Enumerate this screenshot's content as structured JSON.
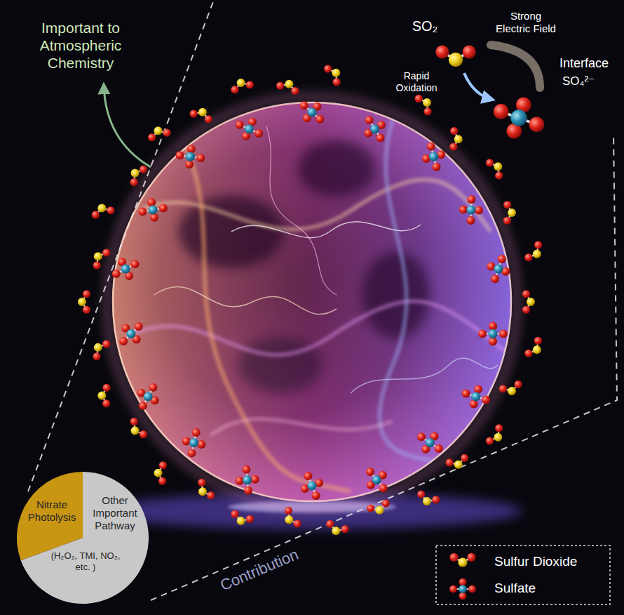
{
  "diagram": {
    "nodes": [
      {
        "text": [
          "Nitrate Photolysis"
        ]
      },
      {
        "text": [
          "Other Important Pathway",
          "(H₂O₂, TMI, NO₂, etc. )"
        ]
      }
    ],
    "labels": [
      "Important to Atmospheric Chemistry",
      "SO₂",
      "Strong Electric Field",
      "Rapid Oxidation",
      "Interface",
      "SO₄²⁻",
      "Contribution"
    ],
    "legend": [
      {
        "text": "Sulfur Dioxide"
      },
      {
        "text": "Sulfate"
      }
    ]
  }
}
